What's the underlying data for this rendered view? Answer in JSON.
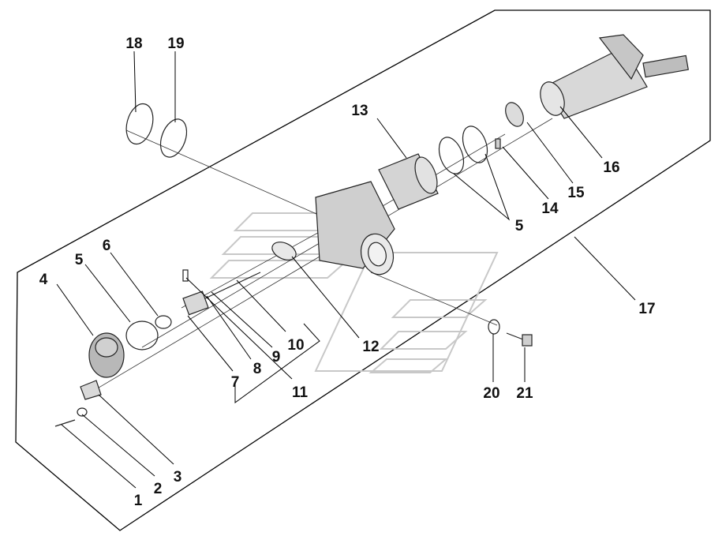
{
  "diagram": {
    "callouts": [
      "1",
      "2",
      "3",
      "4",
      "5",
      "6",
      "7",
      "8",
      "9",
      "10",
      "11",
      "12",
      "13",
      "14",
      "15",
      "16",
      "17",
      "18",
      "19",
      "20",
      "21",
      "5"
    ]
  }
}
